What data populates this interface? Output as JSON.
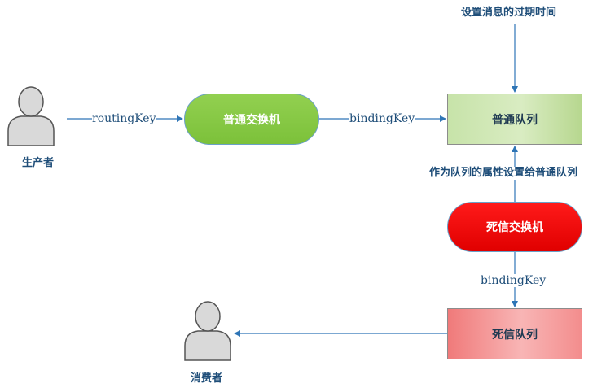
{
  "producer": {
    "label": "生产者"
  },
  "consumer": {
    "label": "消费者"
  },
  "normal_exchange": {
    "label": "普通交换机"
  },
  "normal_queue": {
    "label": "普通队列"
  },
  "dead_letter_exchange": {
    "label": "死信交换机"
  },
  "dead_letter_queue": {
    "label": "死信队列"
  },
  "edges": {
    "routing_key": "routingKey",
    "binding_key_1": "bindingKey",
    "binding_key_2": "bindingKey",
    "set_ttl": "设置消息的过期时间",
    "as_queue_property": "作为队列的属性设置给普通队列"
  },
  "colors": {
    "line": "#2e75b6",
    "normal_exchange_fill": "#92d050",
    "dead_letter_exchange_fill": "#ff0000",
    "normal_queue_fill": "#c7e3a9",
    "dead_letter_queue_fill": "#f38d8d"
  }
}
